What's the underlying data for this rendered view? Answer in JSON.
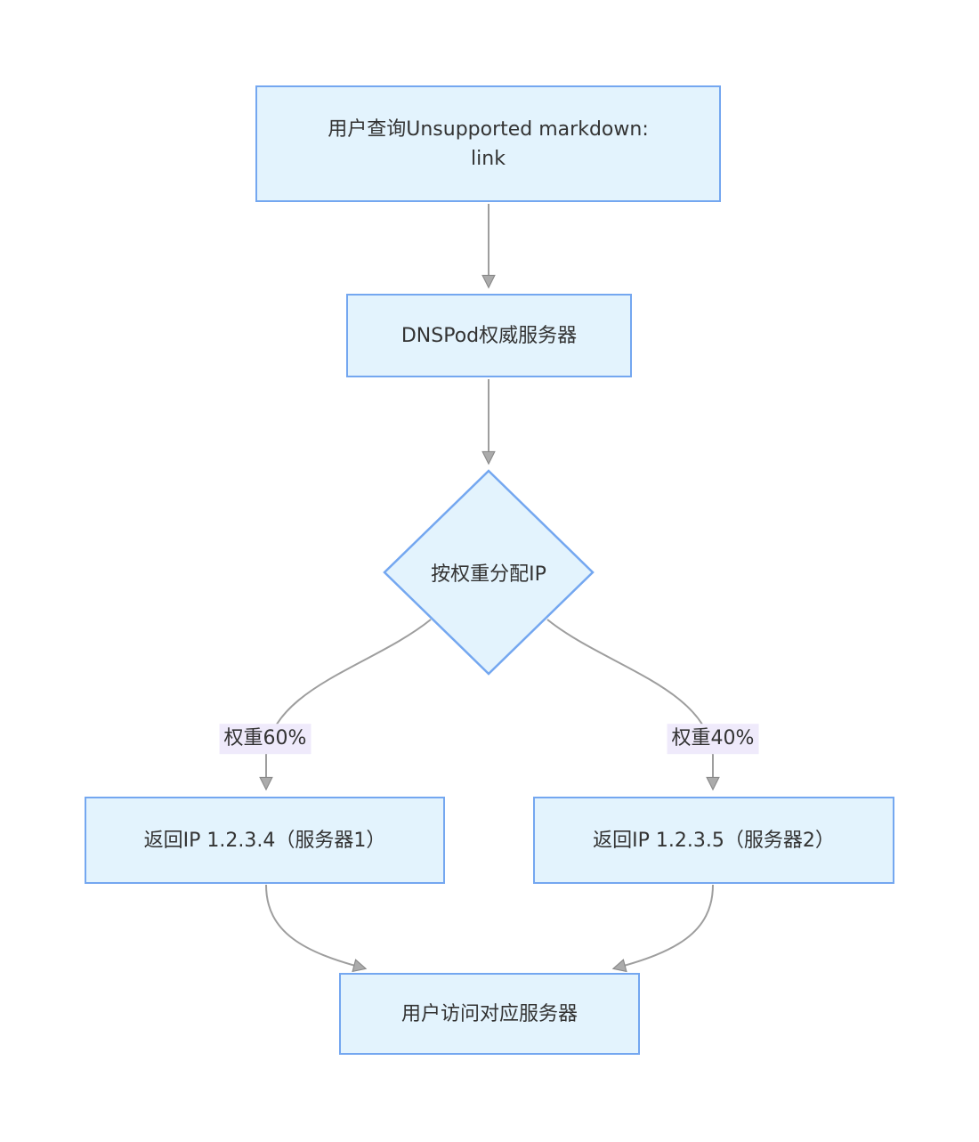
{
  "diagram": {
    "type": "flowchart",
    "direction": "top-down",
    "colors": {
      "node_fill": "#e3f3fd",
      "node_border": "#74a7f0",
      "edge": "#9e9e9e",
      "arrowhead": "#ababab",
      "label_bg": "#efeafb",
      "text": "#333333"
    },
    "nodes": [
      {
        "id": "user-query",
        "shape": "rect",
        "label_line1": "用户查询Unsupported markdown:",
        "label_line2": "link"
      },
      {
        "id": "dnspod",
        "shape": "rect",
        "label": "DNSPod权威服务器"
      },
      {
        "id": "weight-decision",
        "shape": "diamond",
        "label": "按权重分配IP"
      },
      {
        "id": "server1",
        "shape": "rect",
        "label": "返回IP 1.2.3.4（服务器1）"
      },
      {
        "id": "server2",
        "shape": "rect",
        "label": "返回IP 1.2.3.5（服务器2）"
      },
      {
        "id": "access",
        "shape": "rect",
        "label": "用户访问对应服务器"
      }
    ],
    "edges": [
      {
        "from": "user-query",
        "to": "dnspod",
        "label": ""
      },
      {
        "from": "dnspod",
        "to": "weight-decision",
        "label": ""
      },
      {
        "from": "weight-decision",
        "to": "server1",
        "label": "权重60%"
      },
      {
        "from": "weight-decision",
        "to": "server2",
        "label": "权重40%"
      },
      {
        "from": "server1",
        "to": "access",
        "label": ""
      },
      {
        "from": "server2",
        "to": "access",
        "label": ""
      }
    ]
  }
}
